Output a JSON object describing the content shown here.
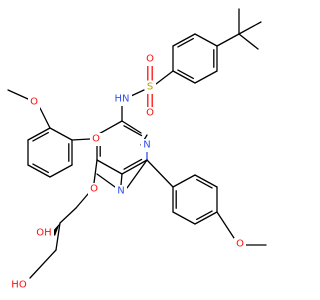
{
  "colors": {
    "bond": "#000000",
    "O": "#ff0d0d",
    "N": "#3050f8",
    "S": "#b2a100",
    "H": "#3050f8"
  },
  "atoms": {
    "sulfonyl_S": {
      "label": "S"
    },
    "sulfonyl_O_top": {
      "label": "O"
    },
    "sulfonyl_O_bottom": {
      "label": "O"
    },
    "amide_NH": {
      "label": "HN"
    },
    "pyrimidine_N_right": {
      "label": "N"
    },
    "pyrimidine_N_bottom": {
      "label": "N"
    },
    "aryl_ether_O": {
      "label": "O"
    },
    "ortho_methoxy_O": {
      "label": "O"
    },
    "alkyl_ether_O": {
      "label": "O"
    },
    "para_methoxy_O": {
      "label": "O"
    },
    "secondary_OH": {
      "label": "OH"
    },
    "primary_OH": {
      "label": "HO"
    }
  }
}
